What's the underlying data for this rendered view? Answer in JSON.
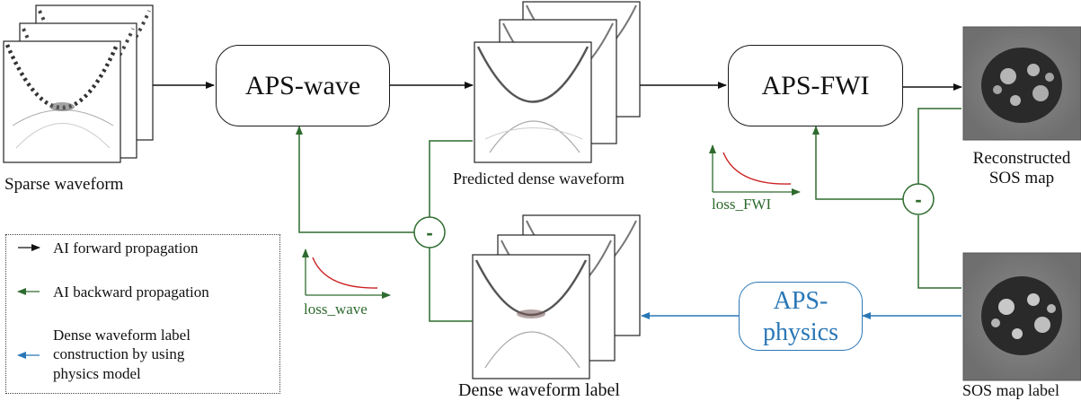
{
  "modules": {
    "aps_wave": "APS-wave",
    "aps_fwi": "APS-FWI",
    "aps_physics_line1": "APS-",
    "aps_physics_line2": "physics"
  },
  "labels": {
    "sparse_waveform": "Sparse waveform",
    "predicted_dense_waveform": "Predicted dense waveform",
    "reconstructed_sos_line1": "Reconstructed",
    "reconstructed_sos_line2": "SOS map",
    "dense_waveform_label": "Dense waveform label",
    "sos_map_label": "SOS  map label"
  },
  "loss": {
    "wave": "loss_wave",
    "fwi": "loss_FWI",
    "minus_symbol": "-"
  },
  "legend": {
    "forward": "AI forward propagation",
    "backward": "AI backward propagation",
    "physics_line1": "Dense waveform label",
    "physics_line2": "construction by using",
    "physics_line3": "physics model"
  },
  "colors": {
    "forward": "#111111",
    "backward": "#2e6b2e",
    "physics": "#2a77b6",
    "loss_curve": "#cc2222"
  }
}
